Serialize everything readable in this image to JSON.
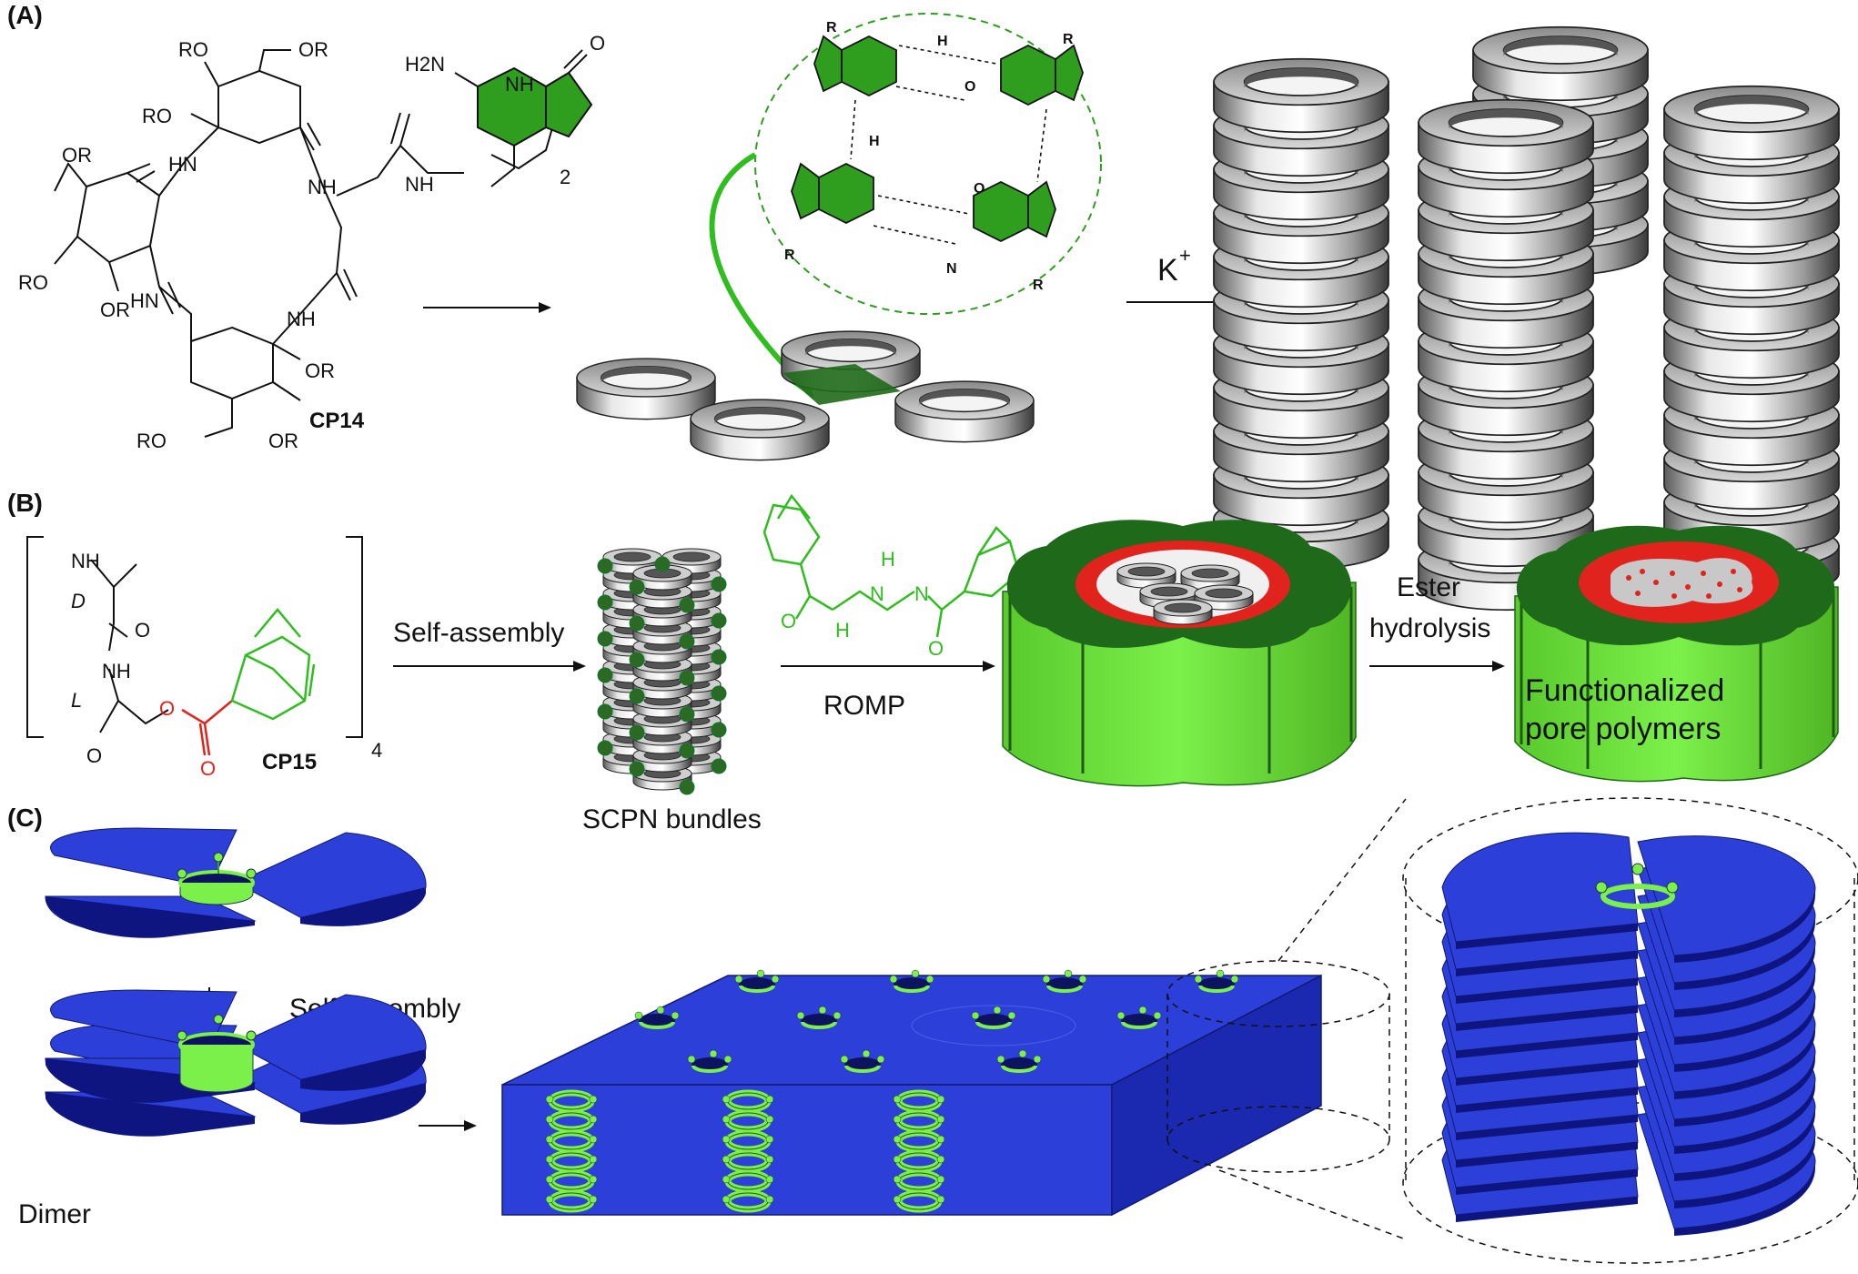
{
  "panels": {
    "a": "(A)",
    "b": "(B)",
    "c": "(C)"
  },
  "panel_a": {
    "compound": "CP14",
    "substituent": "RO",
    "substituent_alt": "OR",
    "amine": "H2N",
    "nh": "NH",
    "hn": "HN",
    "o": "O",
    "chain_subscript": "2",
    "n": "N",
    "h": "H",
    "r": "R",
    "ion": "K",
    "ion_charge": "+"
  },
  "panel_b": {
    "compound": "CP15",
    "repeat": "4",
    "d_label": "D",
    "l_label": "L",
    "step1": "Self-assembly",
    "step2": "ROMP",
    "step3_line1": "Ester",
    "step3_line2": "hydrolysis",
    "bundles": "SCPN bundles",
    "product_line1": "Functionalized",
    "product_line2": "pore polymers"
  },
  "panel_c": {
    "step": "Self-assembly",
    "dimer": "Dimer"
  },
  "colors": {
    "green": "#2f9e1f",
    "light_green": "#6ee23a",
    "dark_green": "#1f6a1a",
    "red": "#e0231c",
    "blue": "#2c3fd8",
    "gray": "#bdbdbd"
  }
}
